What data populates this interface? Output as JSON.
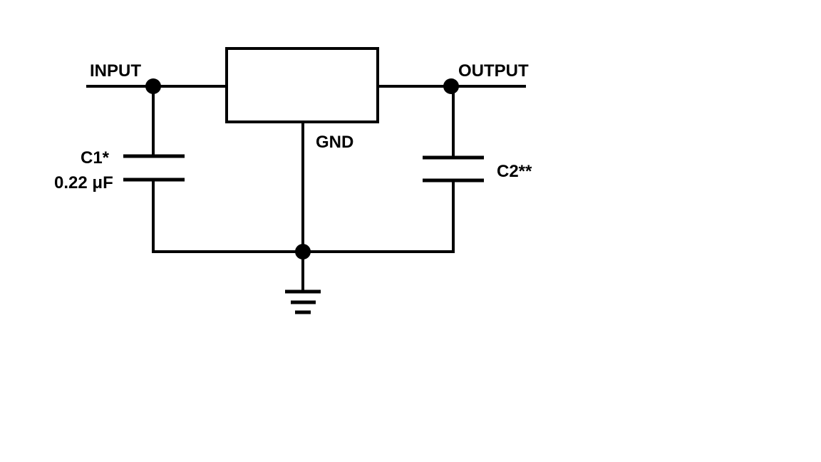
{
  "labels": {
    "input": "INPUT",
    "output": "OUTPUT",
    "gnd": "GND",
    "c1": "C1*",
    "c1_value": "0.22 μF",
    "c2": "C2**"
  },
  "colors": {
    "ink": "#000000",
    "background": "#ffffff"
  }
}
